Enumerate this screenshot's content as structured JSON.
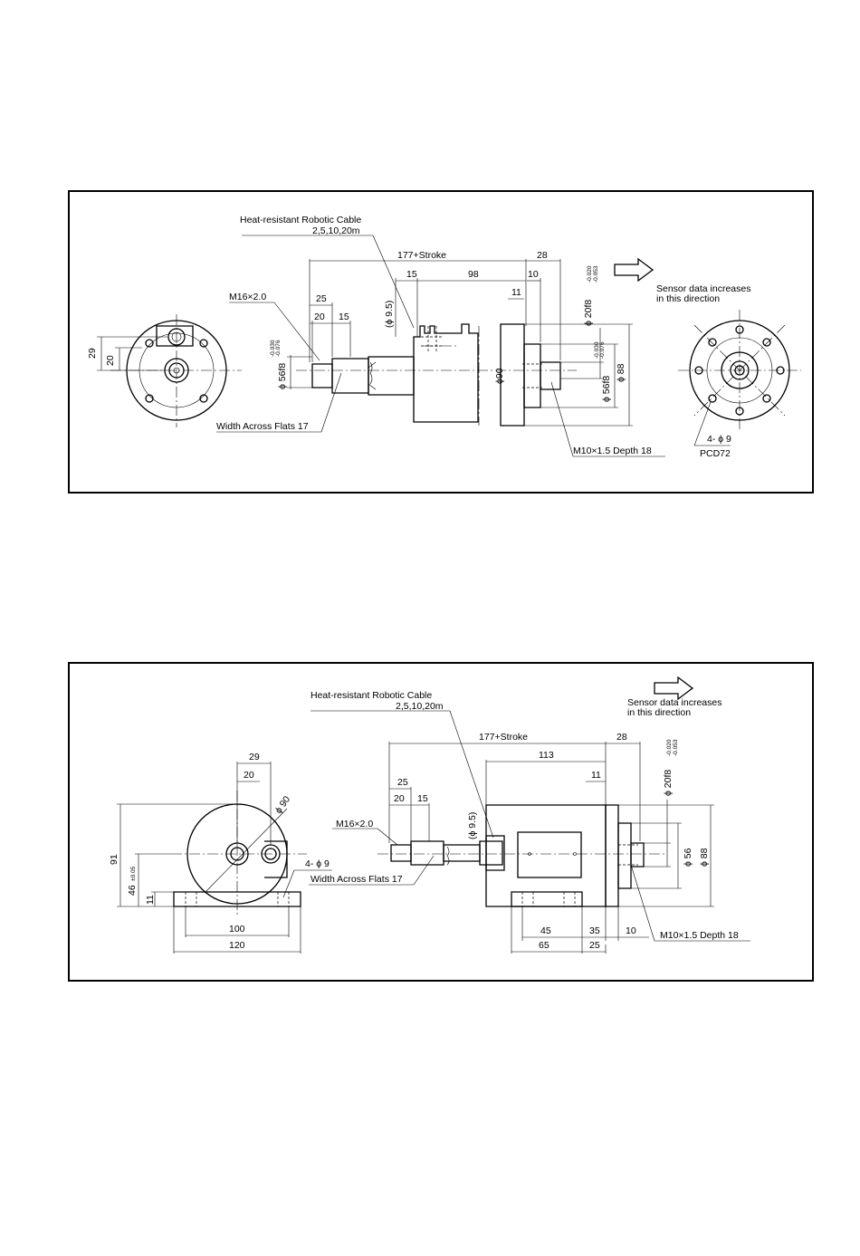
{
  "drawing1": {
    "cable_label": "Heat-resistant Robotic Cable",
    "cable_lengths": "2,5,10,20m",
    "dim_total": "177+Stroke",
    "dim_28": "28",
    "dim_15": "15",
    "dim_98": "98",
    "dim_10": "10",
    "dim_11": "11",
    "dim_phi95": "(ϕ 9.5)",
    "dim_25": "25",
    "dim_20": "20",
    "dim_15b": "15",
    "thread_rod": "M16×2.0",
    "dim_29": "29",
    "dim_20v": "20",
    "dim_phi56f8": "ϕ 56f8",
    "tol_56_upper": "-0.030",
    "tol_56_lower": "-0.076",
    "dim_phi90": "ϕ90",
    "dim_phi20f8": "ϕ 20f8",
    "tol_20_upper": "-0.020",
    "tol_20_lower": "-0.053",
    "dim_phi56f8_right": "ϕ 56f8",
    "tol_56r_upper": "-0.030",
    "tol_56r_lower": "-0.076",
    "dim_phi88": "ϕ 88",
    "flats_label": "Width Across Flats 17",
    "thread_end": "M10×1.5 Depth 18",
    "holes_label": "4- ϕ 9",
    "pcd_label": "PCD72",
    "sensor_line1": "Sensor data increases",
    "sensor_line2": "in this direction"
  },
  "drawing2": {
    "cable_label": "Heat-resistant Robotic Cable",
    "cable_lengths": "2,5,10,20m",
    "sensor_line1": "Sensor data increases",
    "sensor_line2": "in this direction",
    "dim_total": "177+Stroke",
    "dim_28": "28",
    "dim_113": "113",
    "dim_11": "11",
    "dim_25": "25",
    "dim_20": "20",
    "dim_15": "15",
    "dim_phi95": "(ϕ 9.5)",
    "thread_rod": "M16×2.0",
    "flats_label": "Width Across Flats 17",
    "dim_29": "29",
    "dim_20top": "20",
    "dim_phi90": "ϕ 90",
    "dim_91": "91",
    "dim_46": "46",
    "tol_46": "±0.05",
    "dim_11v": "11",
    "holes_label": "4- ϕ 9",
    "dim_100": "100",
    "dim_120": "120",
    "dim_phi20f8": "ϕ 20f8",
    "tol_20_upper": "-0.020",
    "tol_20_lower": "-0.053",
    "dim_phi56": "ϕ 56",
    "dim_phi88": "ϕ 88",
    "dim_45": "45",
    "dim_35": "35",
    "dim_10": "10",
    "dim_65": "65",
    "dim_25b": "25",
    "thread_end": "M10×1.5 Depth 18"
  }
}
